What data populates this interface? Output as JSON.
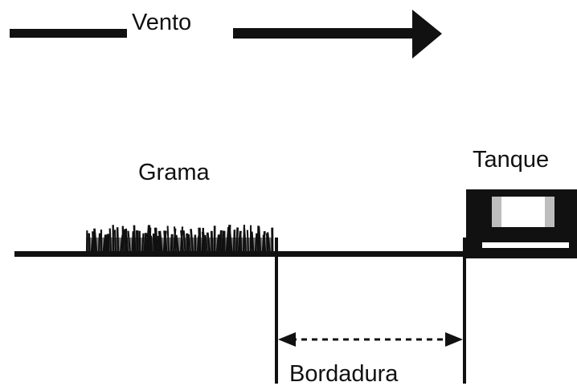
{
  "labels": {
    "wind": "Vento",
    "grass": "Grama",
    "tank": "Tanque",
    "border": "Bordadura"
  },
  "colors": {
    "ink": "#111111",
    "background": "#ffffff"
  }
}
